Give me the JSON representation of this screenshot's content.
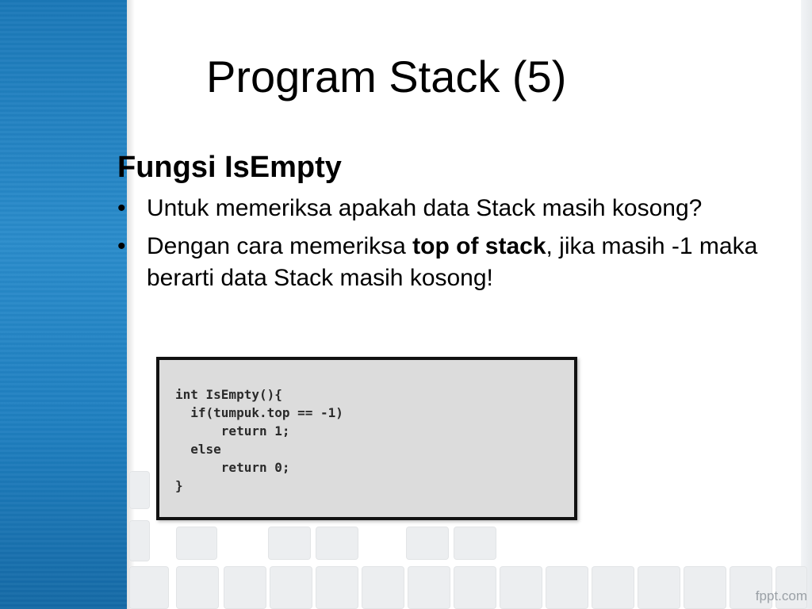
{
  "slide": {
    "title": "Program Stack (5)",
    "subheading": "Fungsi IsEmpty",
    "bullet_symbol": "•",
    "bullets": [
      {
        "text": "Untuk memeriksa apakah data Stack masih kosong?"
      },
      {
        "text_before": "Dengan cara memeriksa ",
        "bold": "top of stack",
        "text_after": ", jika masih -1 maka berarti data Stack masih kosong!"
      }
    ],
    "code_lines": [
      "int IsEmpty(){",
      "  if(tumpuk.top == -1)",
      "      return 1;",
      "  else",
      "      return 0;",
      "}"
    ]
  },
  "watermark": "fppt.com",
  "colors": {
    "sidebar_blue": "#1f7fc0",
    "code_background": "#dcdcdc",
    "tile_gray": "#eceef0"
  }
}
